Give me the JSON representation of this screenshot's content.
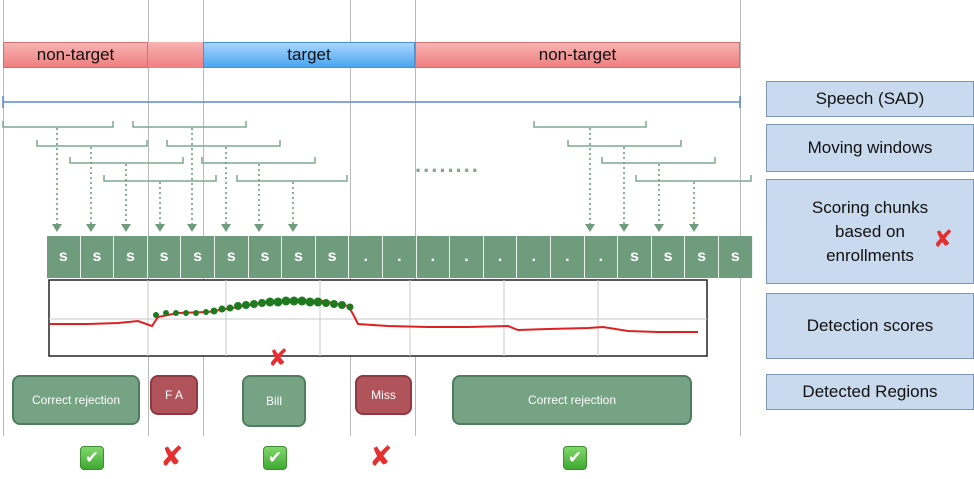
{
  "segments": [
    {
      "label": "non-target",
      "kind": "non-target"
    },
    {
      "label": "target",
      "kind": "target"
    },
    {
      "label": "non-target",
      "kind": "non-target"
    }
  ],
  "chunks": [
    "s",
    "s",
    "s",
    "s",
    "s",
    "s",
    "s",
    "s",
    "s",
    ".",
    ".",
    ".",
    ".",
    ".",
    ".",
    ".",
    ".",
    "s",
    "s",
    "s",
    "s"
  ],
  "ellipsis": "........",
  "side_labels": {
    "speech": "Speech (SAD)",
    "windows": "Moving windows",
    "scoring": "Scoring chunks based on enrollments",
    "detection": "Detection scores",
    "regions": "Detected Regions"
  },
  "regions": {
    "correct_rejection_1": "Correct rejection",
    "fa": "F A",
    "bill": "Bill",
    "miss": "Miss",
    "correct_rejection_2": "Correct rejection"
  },
  "marks": {
    "check": "✔",
    "cross": "✘"
  },
  "colors": {
    "non_target": "#ef8a8a",
    "target": "#5fb0f0",
    "chunk": "#6e9c7c",
    "score_line": "#e02020",
    "score_dots": "#1f7a1f",
    "side_box": "#c9d9ee"
  }
}
